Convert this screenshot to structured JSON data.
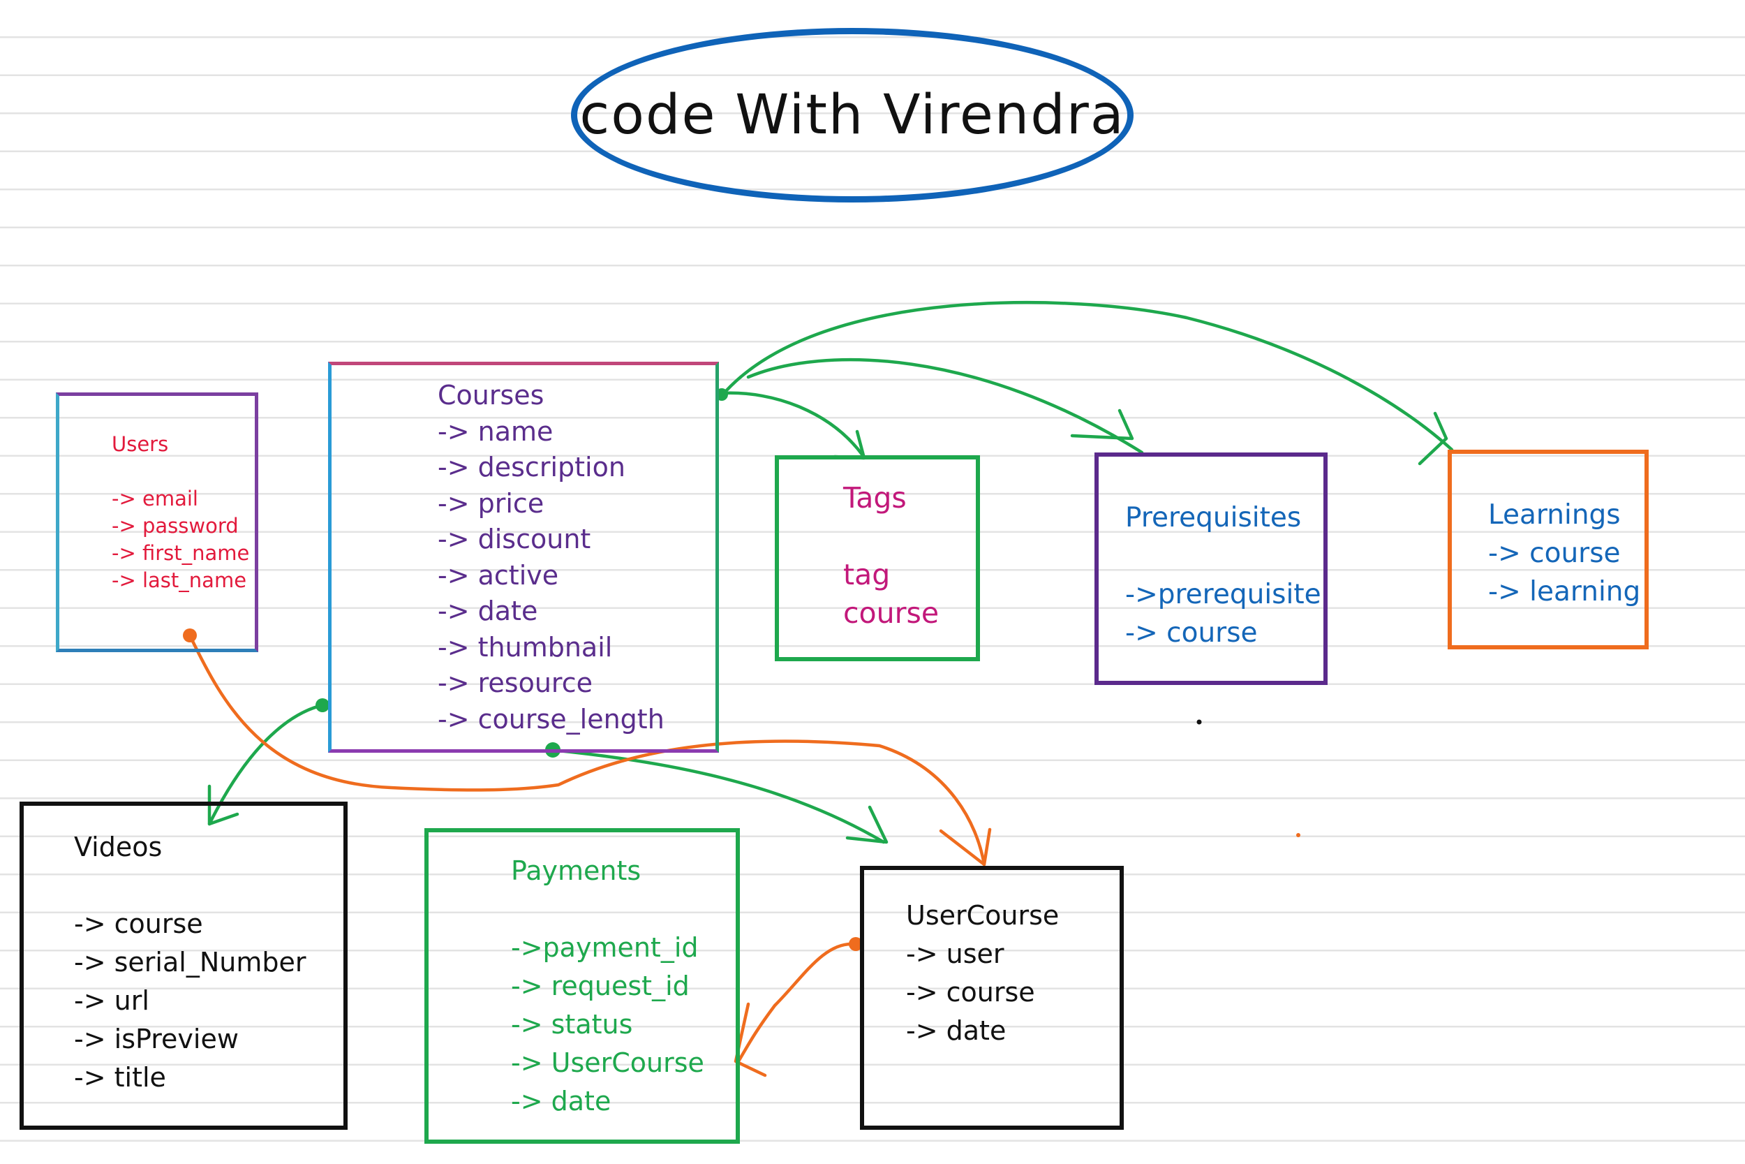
{
  "title": "code With Virendra",
  "colors": {
    "title_ring": "#0f63b8",
    "green_arrow": "#1ea84d",
    "orange_arrow": "#ef6c1e",
    "users_text": "#e21a3c",
    "courses_text": "#5a2d8c",
    "tags_text": "#c2187a",
    "blue_text": "#1466b8",
    "payments_text": "#1ea84d"
  },
  "entities": {
    "users": {
      "name": "Users",
      "fields": [
        "-> email",
        "-> password",
        "-> first_name",
        "-> last_name"
      ]
    },
    "courses": {
      "name": "Courses",
      "fields": [
        "-> name",
        "-> description",
        "-> price",
        "-> discount",
        "-> active",
        "-> date",
        "-> thumbnail",
        "-> resource",
        "-> course_length"
      ]
    },
    "tags": {
      "name": "Tags",
      "fields": [
        "tag",
        "course"
      ]
    },
    "prerequisites": {
      "name": "Prerequisites",
      "fields": [
        "->prerequisite",
        "-> course"
      ]
    },
    "learnings": {
      "name": "Learnings",
      "fields": [
        "-> course",
        "-> learning"
      ]
    },
    "videos": {
      "name": "Videos",
      "fields": [
        "-> course",
        "-> serial_Number",
        "-> url",
        "-> isPreview",
        "-> title"
      ]
    },
    "payments": {
      "name": "Payments",
      "fields": [
        "->payment_id",
        "-> request_id",
        "-> status",
        "-> UserCourse",
        "-> date"
      ]
    },
    "usercourse": {
      "name": "UserCourse",
      "fields": [
        "-> user",
        "-> course",
        "-> date"
      ]
    }
  }
}
